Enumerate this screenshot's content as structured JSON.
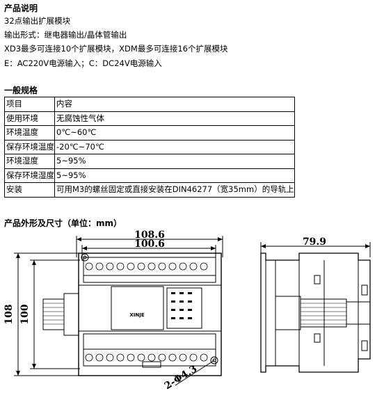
{
  "product": {
    "heading": "产品说明",
    "lines": [
      "32点输出扩展模块",
      "输出形式：继电器输出/晶体管输出",
      "XD3最多可连接10个扩展模块，XDM最多可连接16个扩展模块",
      "E：AC220V电源输入；C：DC24V电源输入"
    ]
  },
  "spec": {
    "heading": "一般规格",
    "rows": [
      [
        "项目",
        "内容"
      ],
      [
        "使用环境",
        "无腐蚀性气体"
      ],
      [
        "环境温度",
        "0℃~60℃"
      ],
      [
        "保存环境温度",
        "-20℃~70℃"
      ],
      [
        "环境湿度",
        "5~95%"
      ],
      [
        "保存环境湿度",
        "5~95%"
      ],
      [
        "安装",
        "可用M3的螺丝固定或直接安装在DIN46277（宽35mm）的导轨上"
      ]
    ]
  },
  "dims": {
    "heading": "产品外形及尺寸（单位：mm）",
    "width_outer": "108.6",
    "width_inner": "100.6",
    "height_outer": "108",
    "height_inner": "100",
    "depth": "79.9",
    "hole": "2-Φ4.3",
    "brand": "XINJE"
  }
}
